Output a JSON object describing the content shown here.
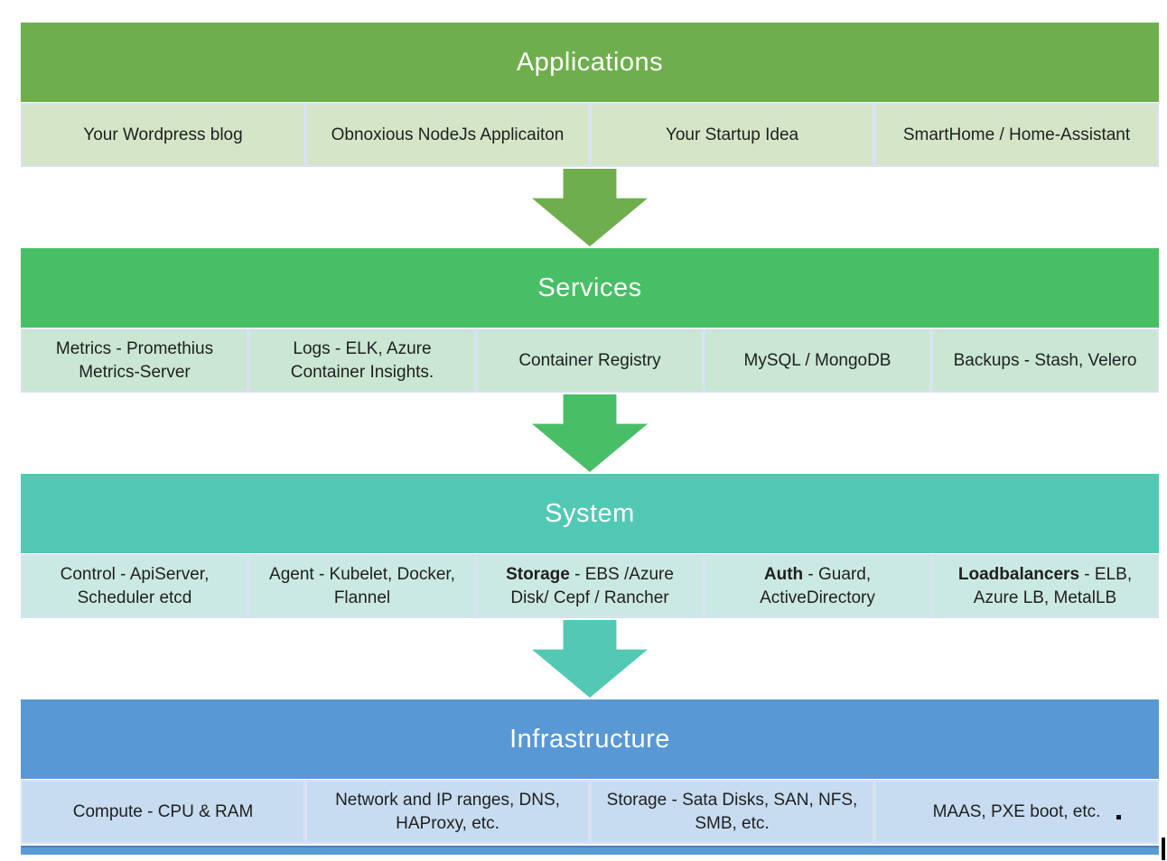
{
  "page": {
    "background": "#ffffff",
    "text_color": "#1f1f1f",
    "header_text_color": "#ffffff",
    "cell_border_color": "#d8e2f1"
  },
  "sections": [
    {
      "id": "applications",
      "title": "Applications",
      "header_color": "#6fae4c",
      "items_bg": "#d4e6c7",
      "arrow_color": "#6fae4c",
      "has_arrow_after": true,
      "items": [
        {
          "text": "Your Wordpress blog"
        },
        {
          "text": "Obnoxious NodeJs Applicaiton"
        },
        {
          "text": "Your Startup Idea"
        },
        {
          "text": "SmartHome / Home-Assistant"
        }
      ]
    },
    {
      "id": "services",
      "title": "Services",
      "header_color": "#48bf66",
      "items_bg": "#c9e7d2",
      "arrow_color": "#48bf66",
      "has_arrow_after": true,
      "items": [
        {
          "text": "Metrics - Promethius Metrics-Server"
        },
        {
          "text": "Logs - ELK, Azure Container Insights."
        },
        {
          "text": "Container Registry"
        },
        {
          "text": "MySQL / MongoDB"
        },
        {
          "text": "Backups - Stash, Velero"
        }
      ]
    },
    {
      "id": "system",
      "title": "System",
      "header_color": "#52c9b4",
      "items_bg": "#cbe9e3",
      "arrow_color": "#52c9b4",
      "has_arrow_after": true,
      "items": [
        {
          "text": "Control - ApiServer, Scheduler etcd"
        },
        {
          "text": "Agent - Kubelet, Docker, Flannel"
        },
        {
          "bold": "Storage",
          "text": " - EBS /Azure Disk/ Cepf / Rancher"
        },
        {
          "bold": "Auth",
          "text": " - Guard, ActiveDirectory"
        },
        {
          "bold": "Loadbalancers",
          "text": " - ELB, Azure LB, MetalLB"
        }
      ]
    },
    {
      "id": "infrastructure",
      "title": "Infrastructure",
      "header_color": "#5898d5",
      "items_bg": "#c7dcf0",
      "arrow_color": null,
      "has_arrow_after": false,
      "items": [
        {
          "text": "Compute - CPU & RAM"
        },
        {
          "text": "Network and IP ranges, DNS, HAProxy, etc."
        },
        {
          "text": "Storage - Sata Disks, SAN, NFS, SMB, etc."
        },
        {
          "text": "MAAS, PXE boot, etc."
        }
      ]
    }
  ],
  "footer": {
    "bar_color": "#5b9bd5",
    "bar_edge_color": "#4a7ebb"
  }
}
